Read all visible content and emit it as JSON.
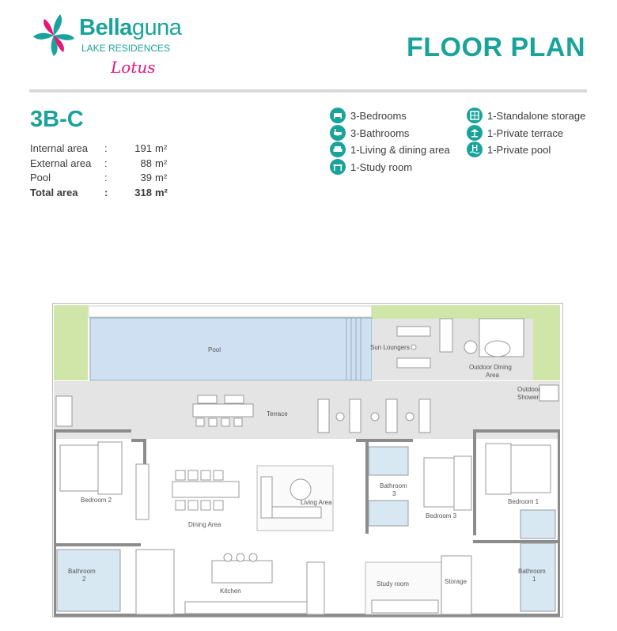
{
  "brand": {
    "name_bold": "Bella",
    "name_light": "guna",
    "subtitle": "LAKE RESIDENCES",
    "script": "Lotus"
  },
  "page_title": "FLOOR PLAN",
  "unit": {
    "code": "3B-C",
    "areas": [
      {
        "label": "Internal area",
        "value": "191",
        "unit": "m²"
      },
      {
        "label": "External area",
        "value": "88",
        "unit": "m²"
      },
      {
        "label": "Pool",
        "value": "39",
        "unit": "m²"
      },
      {
        "label": "Total area",
        "value": "318",
        "unit": "m²"
      }
    ],
    "separator": ":"
  },
  "features_left": [
    {
      "icon": "bed-icon",
      "label": "3-Bedrooms"
    },
    {
      "icon": "bathtub-icon",
      "label": "3-Bathrooms"
    },
    {
      "icon": "sofa-icon",
      "label": "1-Living & dining area"
    },
    {
      "icon": "desk-icon",
      "label": "1-Study room"
    }
  ],
  "features_right": [
    {
      "icon": "storage-icon",
      "label": "1-Standalone storage"
    },
    {
      "icon": "terrace-icon",
      "label": "1-Private terrace"
    },
    {
      "icon": "pool-icon",
      "label": "1-Private pool"
    }
  ],
  "plan_labels": {
    "pool": "Pool",
    "sun_loungers": "Sun Loungers",
    "outdoor_dining": [
      "Outdoor Dining",
      "Area"
    ],
    "outdoor_shower": [
      "Outdoor",
      "Shower"
    ],
    "terrace": "Terrace",
    "bedroom2": "Bedroom 2",
    "dining": "Dining Area",
    "living": "Living Area",
    "bathroom3": [
      "Bathroom",
      "3"
    ],
    "bedroom3": "Bedroom 3",
    "bedroom1": "Bedroom 1",
    "bathroom2": [
      "Bathroom",
      "2"
    ],
    "kitchen": "Kitchen",
    "study": "Study room",
    "storage": "Storage",
    "bathroom1": [
      "Bathroom",
      "1"
    ]
  },
  "colors": {
    "accent": "#1aa39b",
    "magenta": "#e4177a",
    "pool": "#cfe0f2",
    "grass": "#cfe6a8",
    "terrace": "#e4e4e4",
    "bathroom": "#d7e8f3"
  }
}
